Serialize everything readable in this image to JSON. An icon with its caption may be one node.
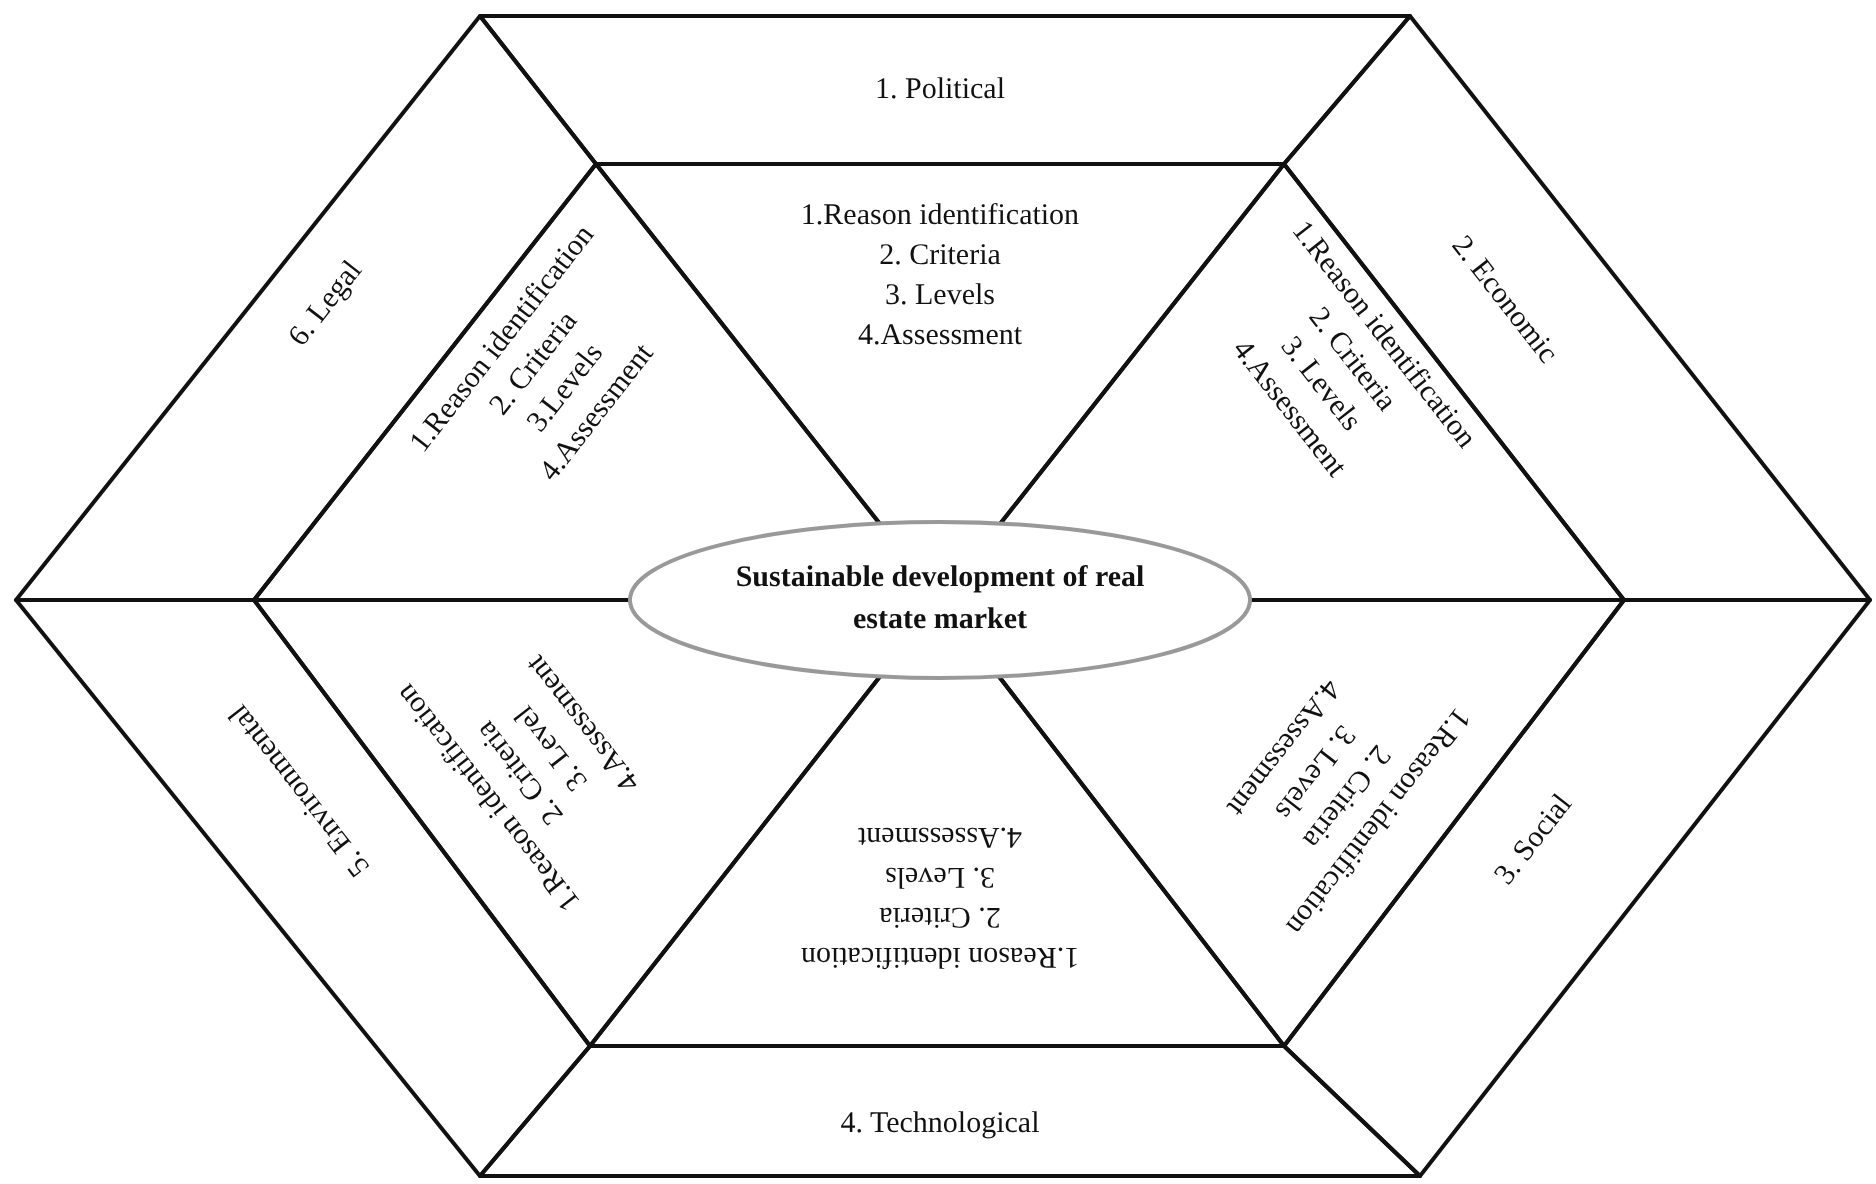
{
  "diagram": {
    "nodes": [
      {
        "text": [
          "1. Political"
        ]
      },
      {
        "text": [
          "2. Economic"
        ]
      },
      {
        "text": [
          "3. Social"
        ]
      },
      {
        "text": [
          "4. Technological"
        ]
      },
      {
        "text": [
          "5. Environmental"
        ]
      },
      {
        "text": [
          "6. Legal"
        ]
      },
      {
        "text": [
          "1.Reason identification",
          "2. Criteria",
          "3. Levels",
          "4.Assessment"
        ]
      },
      {
        "text": [
          "1.Reason identification",
          "2. Criteria",
          "3. Levels",
          "4.Assessment"
        ]
      },
      {
        "text": [
          "1.Reason identification",
          "2. Criteria",
          "3. Levels",
          "4.Assessment"
        ]
      },
      {
        "text": [
          "1.Reason identification",
          "2. Criteria",
          "3. Levels",
          "4.Assessment"
        ]
      },
      {
        "text": [
          "1.Reason identification",
          "2. Criteria",
          "3. Level",
          "4.Assessment"
        ]
      },
      {
        "text": [
          "1.Reason identification",
          "2. Criteria",
          "3.Levels",
          "4.Assessment"
        ]
      },
      {
        "text": [
          "Sustainable development of real estate market"
        ]
      }
    ],
    "edges": []
  }
}
